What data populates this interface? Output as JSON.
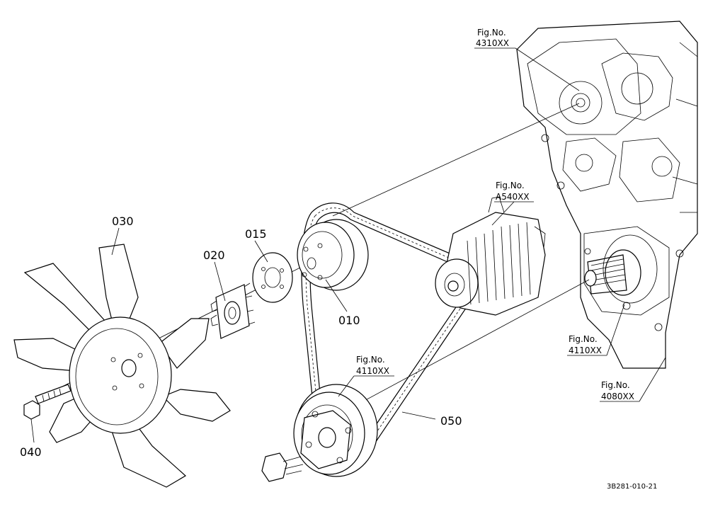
{
  "callouts": {
    "p030": "030",
    "p020": "020",
    "p015": "015",
    "p010": "010",
    "p040": "040",
    "p050": "050"
  },
  "fig_refs": [
    {
      "label": "Fig.No.",
      "number": "4310XX"
    },
    {
      "label": "Fig.No.",
      "number": "A540XX"
    },
    {
      "label": "Fig.No.",
      "number": "4110XX"
    },
    {
      "label": "Fig.No.",
      "number": "4110XX"
    },
    {
      "label": "Fig.No.",
      "number": "4080XX"
    }
  ],
  "drawing_code": "3B281-010-21"
}
